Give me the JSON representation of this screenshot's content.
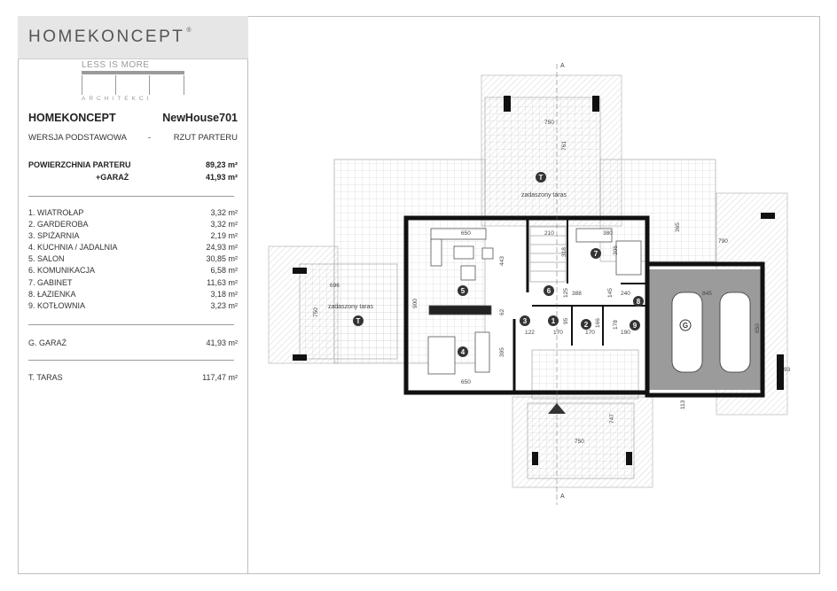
{
  "brand": {
    "name": "HOMEKONCEPT",
    "mark": "®"
  },
  "studio": {
    "top": "LESS IS MORE",
    "bottom": "ARCHITEKCI"
  },
  "project": {
    "company": "HOMEKONCEPT",
    "name": "NewHouse701"
  },
  "version": {
    "label": "WERSJA PODSTAWOWA",
    "separator": "-",
    "view": "RZUT PARTERU"
  },
  "areas": {
    "ground_label": "POWIERZCHNIA PARTERU",
    "ground_value": "89,23 m²",
    "garage_label": "+GARAŻ",
    "garage_value": "41,93 m²"
  },
  "rooms": [
    {
      "label": "1.  WIATROŁAP",
      "value": "3,32 m²"
    },
    {
      "label": "2.  GARDEROBA",
      "value": "3,32 m²"
    },
    {
      "label": "3.  SPIŻARNIA",
      "value": "2,19 m²"
    },
    {
      "label": "4.  KUCHNIA / JADALNIA",
      "value": "24,93 m²"
    },
    {
      "label": "5.  SALON",
      "value": "30,85 m²"
    },
    {
      "label": "6.  KOMUNIKACJA",
      "value": "6,58 m²"
    },
    {
      "label": "7.  GABINET",
      "value": "11,63 m²"
    },
    {
      "label": "8.  ŁAZIENKA",
      "value": "3,18 m²"
    },
    {
      "label": "9.  KOTŁOWNIA",
      "value": "3,23 m²"
    }
  ],
  "garage": {
    "label": "G.  GARAŻ",
    "value": "41,93 m²"
  },
  "terrace": {
    "label": "T.  TARAS",
    "value": "117,47 m²"
  },
  "plan": {
    "section_mark": "A",
    "terrace_label": "zadaszony taras",
    "markers": [
      "T",
      "T",
      "5",
      "4",
      "6",
      "7",
      "1",
      "2",
      "3",
      "8",
      "9",
      "G"
    ],
    "dims": [
      "750",
      "761",
      "650",
      "210",
      "318",
      "380",
      "306",
      "365",
      "790",
      "443",
      "900",
      "696",
      "750",
      "62",
      "395",
      "650",
      "388",
      "125",
      "240",
      "145",
      "845",
      "650",
      "95",
      "170",
      "170",
      "166",
      "178",
      "190",
      "122",
      "93",
      "113",
      "747",
      "750"
    ]
  }
}
